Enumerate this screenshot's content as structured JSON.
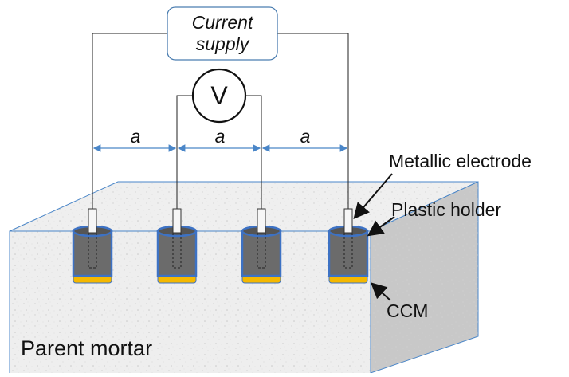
{
  "supply": {
    "line1": "Current",
    "line2": "supply"
  },
  "voltmeter": {
    "symbol": "V"
  },
  "spacing": {
    "symbol": "a",
    "count": 3
  },
  "labels": {
    "electrode": "Metallic electrode",
    "holder": "Plastic holder",
    "ccm": "CCM",
    "block": "Parent mortar"
  },
  "colors": {
    "block_front": "#eeeeee",
    "block_top": "#f0f0f0",
    "block_side": "#c9c9c9",
    "block_edge": "#4a86c8",
    "holder_body": "#6b6b6b",
    "holder_rim": "#3d72c4",
    "ccm": "#f5b800",
    "wire": "#222222",
    "dimension": "#4a86c8"
  }
}
